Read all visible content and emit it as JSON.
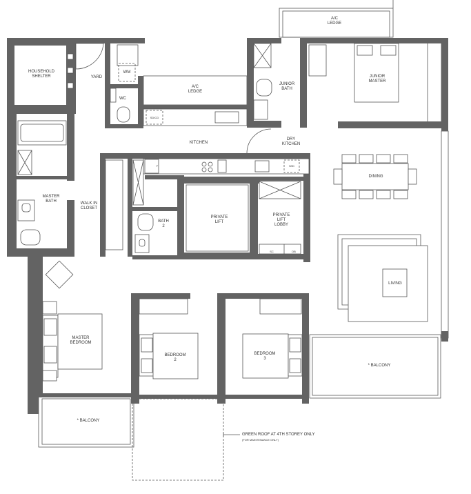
{
  "rooms": {
    "household_shelter": [
      "HOUSEHOLD",
      "SHELTER"
    ],
    "yard": "YARD",
    "wm": "WM",
    "wc": "WC",
    "ac_ledge_top": [
      "A/C",
      "LEDGE"
    ],
    "ac_ledge_kitchen": [
      "A/C",
      "LEDGE"
    ],
    "junior_bath": [
      "JUNIOR",
      "BATH"
    ],
    "junior_master": [
      "JUNIOR",
      "MASTER"
    ],
    "sd_cd": "SD/CD",
    "kitchen": "KITCHEN",
    "dry_kitchen": [
      "DRY",
      "KITCHEN"
    ],
    "fridge": "F",
    "wd": "W/D",
    "dining": "DINING",
    "master_bath": [
      "MASTER",
      "BATH"
    ],
    "walk_in_closet": [
      "WALK IN",
      "CLOSET"
    ],
    "bath_2": [
      "BATH",
      "2"
    ],
    "private_lift": [
      "PRIVATE",
      "LIFT"
    ],
    "private_lift_lobby": [
      "PRIVATE",
      "LIFT",
      "LOBBY"
    ],
    "sc": "SC",
    "db": "DB",
    "living": "LIVING",
    "master_bedroom": [
      "MASTER",
      "BEDROOM"
    ],
    "bedroom_2": [
      "BEDROOM",
      "2"
    ],
    "bedroom_3": [
      "BEDROOM",
      "3"
    ],
    "balcony_living": "* BALCONY",
    "balcony_master": "* BALCONY"
  },
  "notes": {
    "green_roof": "GREEN ROOF AT 4TH STOREY ONLY",
    "maintenance": "(FOR MAINTENANCE ONLY)"
  }
}
